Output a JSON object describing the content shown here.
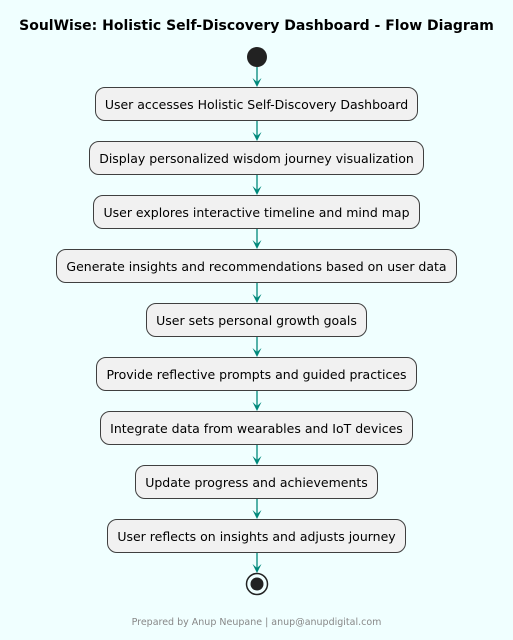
{
  "title": "SoulWise: Holistic Self-Discovery Dashboard - Flow Diagram",
  "colors": {
    "background": "#F0FFFF",
    "node_fill": "#F1F1F1",
    "node_border": "#3F3F3F",
    "arrow": "#00897B",
    "terminal": "#222222",
    "footer_text": "#888888"
  },
  "steps": [
    "User accesses Holistic Self-Discovery Dashboard",
    "Display personalized wisdom journey visualization",
    "User explores interactive timeline and mind map",
    "Generate insights and recommendations based on user data",
    "User sets personal growth goals",
    "Provide reflective prompts and guided practices",
    "Integrate data from wearables and IoT devices",
    "Update progress and achievements",
    "User reflects on insights and adjusts journey"
  ],
  "footer": "Prepared by Anup Neupane | anup@anupdigital.com"
}
